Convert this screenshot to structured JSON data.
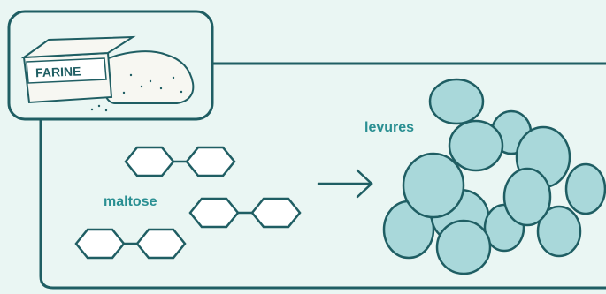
{
  "diagram": {
    "flour_bag_label": "FARINE",
    "labels": {
      "maltose": "maltose",
      "levures": "levures"
    },
    "colors": {
      "background": "#eaf6f3",
      "outline": "#1f5e63",
      "teal_label": "#2a8f92",
      "cell_fill": "#a9d8da",
      "maltose_fill": "#ffffff",
      "bag_fill": "#f7f7f2"
    }
  }
}
